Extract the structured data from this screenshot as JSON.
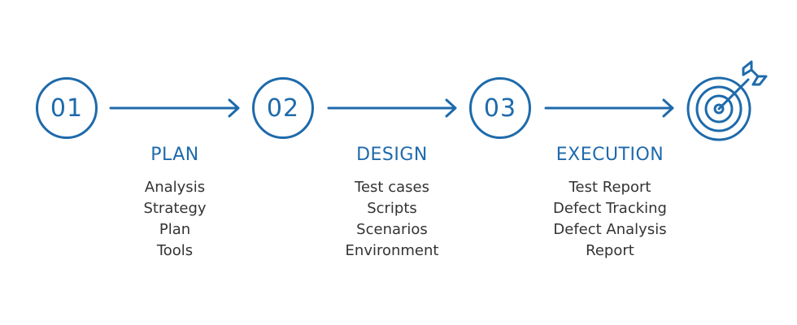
{
  "colors": {
    "accent": "#1e6aab",
    "text": "#333333",
    "background": "#ffffff"
  },
  "steps": [
    {
      "number": "01",
      "title": "PLAN",
      "items": [
        "Analysis",
        "Strategy",
        "Plan",
        "Tools"
      ]
    },
    {
      "number": "02",
      "title": "DESIGN",
      "items": [
        "Test cases",
        "Scripts",
        "Scenarios",
        "Environment"
      ]
    },
    {
      "number": "03",
      "title": "EXECUTION",
      "items": [
        "Test Report",
        "Defect Tracking",
        "Defect Analysis",
        "Report"
      ]
    }
  ],
  "goal": {
    "icon": "target-icon"
  }
}
